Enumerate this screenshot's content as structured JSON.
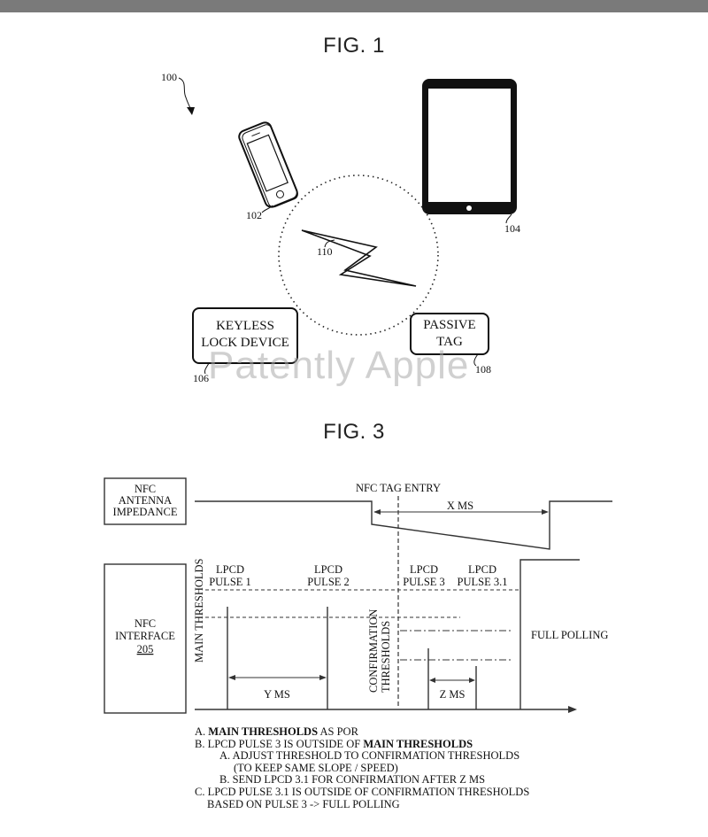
{
  "fig1": {
    "title": "FIG. 1",
    "refs": {
      "system": "100",
      "phone": "102",
      "tablet": "104",
      "keyless": "106",
      "tag": "108",
      "link": "110"
    },
    "keyless_label": [
      "KEYLESS",
      "LOCK DEVICE"
    ],
    "tag_label": [
      "PASSIVE",
      "TAG"
    ],
    "watermark": "Patently Apple"
  },
  "fig3": {
    "title": "FIG. 3",
    "antenna_box": [
      "NFC",
      "ANTENNA",
      "IMPEDANCE"
    ],
    "interface_box": [
      "NFC",
      "INTERFACE",
      "205"
    ],
    "tag_entry": "NFC TAG ENTRY",
    "x_ms": "X MS",
    "y_ms": "Y MS",
    "z_ms": "Z MS",
    "main_thresholds": "MAIN THRESHOLDS",
    "confirmation_thresholds": [
      "CONFIRMATION",
      "THRESHOLDS"
    ],
    "pulses": [
      {
        "line1": "LPCD",
        "line2": "PULSE 1"
      },
      {
        "line1": "LPCD",
        "line2": "PULSE 2"
      },
      {
        "line1": "LPCD",
        "line2": "PULSE 3"
      },
      {
        "line1": "LPCD",
        "line2": "PULSE 3.1"
      }
    ],
    "full_polling": "FULL POLLING",
    "notes": {
      "a_prefix": "A. ",
      "a_bold": "MAIN THRESHOLDS",
      "a_rest": " AS POR",
      "b_prefix": "B. LPCD PULSE 3 IS OUTSIDE OF ",
      "b_bold": "MAIN THRESHOLDS",
      "b_a1": "A. ADJUST THRESHOLD TO CONFIRMATION THRESHOLDS",
      "b_a2": "(TO KEEP SAME SLOPE / SPEED)",
      "b_b": "B. SEND LPCD 3.1 FOR CONFIRMATION AFTER Z MS",
      "c_1": "C. LPCD PULSE 3.1 IS OUTSIDE OF CONFIRMATION THRESHOLDS",
      "c_2": "BASED ON PULSE 3 -> FULL POLLING"
    }
  }
}
